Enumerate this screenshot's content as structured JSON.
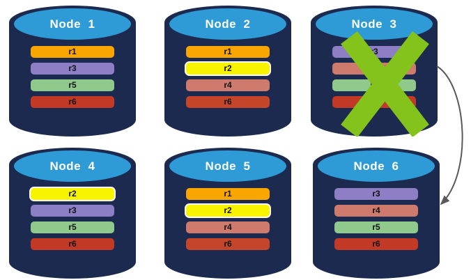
{
  "palette": {
    "cylinder_body": "#1B2A4E",
    "cylinder_top": "#2E9BD6",
    "node_title_color": "#FFFFFF",
    "bar_text_color": "#111111",
    "failure_x_color": "#84C31C",
    "arrow_color": "#58595B",
    "highlight_border": "#FFFFFF"
  },
  "nodes": [
    {
      "label": "Node  1",
      "failed": false,
      "replicas": [
        {
          "id": "r1",
          "color": "#F9A602",
          "highlight": false
        },
        {
          "id": "r3",
          "color": "#8D7EC6",
          "highlight": false
        },
        {
          "id": "r5",
          "color": "#8FC98C",
          "highlight": false
        },
        {
          "id": "r6",
          "color": "#C23A25",
          "highlight": false
        }
      ]
    },
    {
      "label": "Node  2",
      "failed": false,
      "replicas": [
        {
          "id": "r1",
          "color": "#F9A602",
          "highlight": false
        },
        {
          "id": "r2",
          "color": "#F8F400",
          "highlight": true
        },
        {
          "id": "r4",
          "color": "#CE7B6D",
          "highlight": false
        },
        {
          "id": "r6",
          "color": "#C5452B",
          "highlight": false
        }
      ]
    },
    {
      "label": "Node  3",
      "failed": true,
      "replicas": [
        {
          "id": "r3",
          "color": "#8D7EC6",
          "highlight": false
        },
        {
          "id": "r4",
          "color": "#CE7B6D",
          "highlight": false
        },
        {
          "id": "r5",
          "color": "#8FC98C",
          "highlight": false
        },
        {
          "id": "r6",
          "color": "#C23A25",
          "highlight": false
        }
      ]
    },
    {
      "label": "Node  4",
      "failed": false,
      "replicas": [
        {
          "id": "r2",
          "color": "#F8F400",
          "highlight": true
        },
        {
          "id": "r3",
          "color": "#8D7EC6",
          "highlight": false
        },
        {
          "id": "r5",
          "color": "#8FC98C",
          "highlight": false
        },
        {
          "id": "r6",
          "color": "#C23A25",
          "highlight": false
        }
      ]
    },
    {
      "label": "Node  5",
      "failed": false,
      "replicas": [
        {
          "id": "r1",
          "color": "#F9A602",
          "highlight": false
        },
        {
          "id": "r2",
          "color": "#F8F400",
          "highlight": true
        },
        {
          "id": "r4",
          "color": "#CE7B6D",
          "highlight": false
        },
        {
          "id": "r6",
          "color": "#C5452B",
          "highlight": false
        }
      ]
    },
    {
      "label": "Node  6",
      "failed": false,
      "replicas": [
        {
          "id": "r3",
          "color": "#8D7EC6",
          "highlight": false
        },
        {
          "id": "r4",
          "color": "#CE7B6D",
          "highlight": false
        },
        {
          "id": "r5",
          "color": "#8FC98C",
          "highlight": false
        },
        {
          "id": "r6",
          "color": "#C23A25",
          "highlight": false
        }
      ]
    }
  ],
  "failover_arrow": {
    "from_node": "Node  3",
    "to_node": "Node  6"
  }
}
